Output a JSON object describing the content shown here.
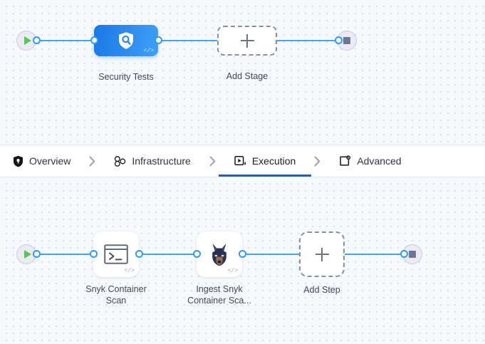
{
  "colors": {
    "canvas_bg": "#f7fafd",
    "dot_grid": "#ccd7e4",
    "wire": "#42a5f5",
    "port_ring": "#2d9bf0",
    "stage_gradient_from": "#1a78e5",
    "stage_gradient_to": "#3ea0f7",
    "active_tab_underline": "#1464c4",
    "play_green": "#5cc25c",
    "stop_gray": "#6f7695",
    "endcap_fill": "#eceaf3",
    "dashed_border": "#8a8fa8",
    "caption_text": "#43495a",
    "tabbar_bg": "#ffffff"
  },
  "stage_canvas": {
    "name": "pipeline-stage-canvas",
    "start_node": {
      "label": "",
      "icon": "play-icon"
    },
    "end_node": {
      "label": "",
      "icon": "stop-icon"
    },
    "nodes": [
      {
        "id": "security-tests",
        "label": "Security Tests",
        "icon": "shield-search-icon",
        "badge": "</>",
        "type": "stage",
        "selected": true
      },
      {
        "id": "add-stage",
        "label": "Add Stage",
        "icon": "plus-icon",
        "type": "add"
      }
    ]
  },
  "tabbar": {
    "name": "pipeline-section-tabs",
    "tabs": [
      {
        "id": "overview",
        "label": "Overview",
        "icon": "shield-icon",
        "active": false
      },
      {
        "id": "infrastructure",
        "label": "Infrastructure",
        "icon": "nodes-cluster-icon",
        "active": false
      },
      {
        "id": "execution",
        "label": "Execution",
        "icon": "play-box-icon",
        "active": true
      },
      {
        "id": "advanced",
        "label": "Advanced",
        "icon": "frame-gear-icon",
        "active": false
      }
    ],
    "separator": "chevron-right-icon"
  },
  "step_canvas": {
    "name": "pipeline-step-canvas",
    "start_node": {
      "label": "",
      "icon": "play-icon"
    },
    "end_node": {
      "label": "",
      "icon": "stop-icon"
    },
    "nodes": [
      {
        "id": "snyk-container-scan",
        "label": "Snyk Container Scan",
        "label_line1": "Snyk Container",
        "label_line2": "Scan",
        "icon": "terminal-icon",
        "badge": "</>",
        "type": "step"
      },
      {
        "id": "ingest-snyk-container-scan",
        "label": "Ingest Snyk Container Sca...",
        "label_line1": "Ingest Snyk",
        "label_line2": "Container Sca...",
        "icon": "snyk-doberman-icon",
        "badge": "</>",
        "type": "step"
      },
      {
        "id": "add-step",
        "label": "Add Step",
        "icon": "plus-icon",
        "type": "add"
      }
    ]
  }
}
